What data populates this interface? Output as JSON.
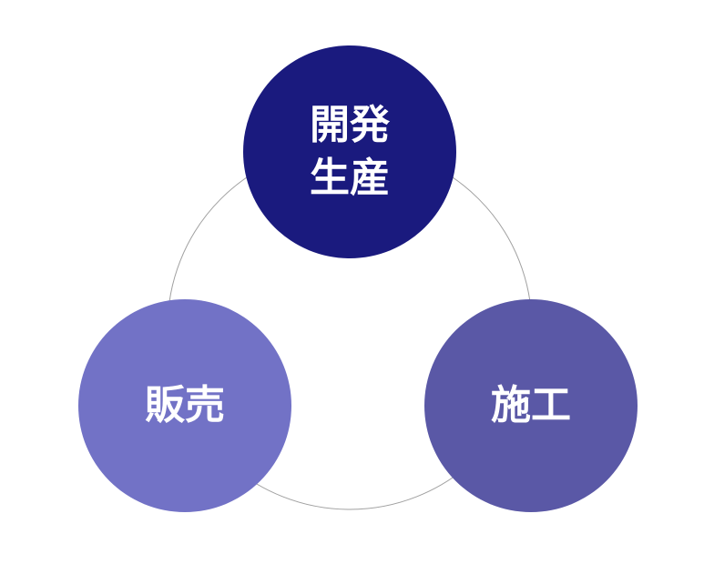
{
  "diagram": {
    "nodes": [
      {
        "lines": [
          "開発",
          "生産"
        ],
        "color": "#1a1a7e"
      },
      {
        "lines": [
          "販売"
        ],
        "color": "#7272c6"
      },
      {
        "lines": [
          "施工"
        ],
        "color": "#5a58a6"
      }
    ],
    "ring_color": "#a0a0a0"
  }
}
